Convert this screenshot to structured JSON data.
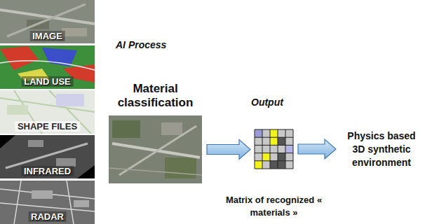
{
  "diagram": {
    "nodes": [
      {
        "text": [
          "IMAGE"
        ]
      },
      {
        "text": [
          "LAND USE"
        ]
      },
      {
        "text": [
          "SHAPE FILES"
        ]
      },
      {
        "text": [
          "INFRARED"
        ]
      },
      {
        "text": [
          "RADAR"
        ]
      },
      {
        "text": [
          "Material classification"
        ]
      },
      {
        "text": [
          "Matrix of recognized « materials »"
        ]
      },
      {
        "text": [
          "Physics based 3D synthetic environment"
        ]
      }
    ],
    "edges": [
      {
        "from": 5,
        "to": 6,
        "arrow": "to"
      },
      {
        "from": 6,
        "to": 7,
        "arrow": "to"
      }
    ],
    "labels": [
      "AI Process",
      "Output"
    ]
  }
}
